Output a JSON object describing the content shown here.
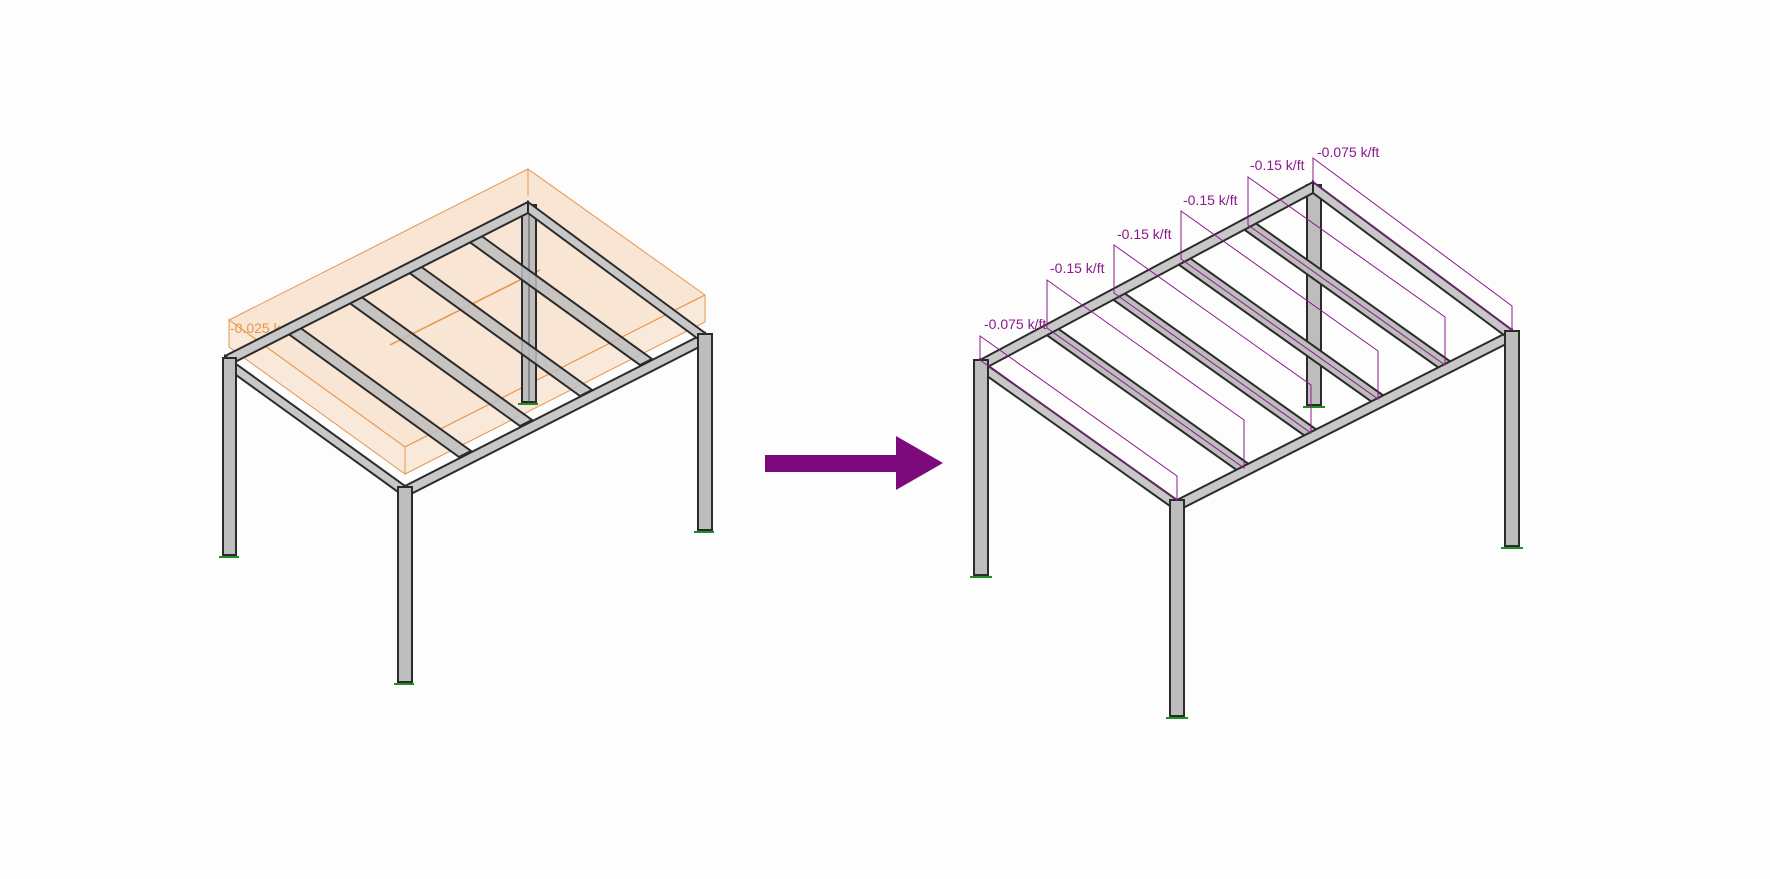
{
  "colors": {
    "background": "#fdfdfd",
    "member_fill": "#bdbdbd",
    "member_edge": "#2b2b2b",
    "area_load": "#e8954a",
    "area_fill": "#f7dcc4",
    "line_load": "#8b1a8b",
    "arrow": "#7d0a7d",
    "support": "#1f8f1f"
  },
  "left_model": {
    "area_load_label": "-0.025 k"
  },
  "right_model": {
    "line_load_labels": [
      "-0.075 k/ft",
      "-0.15 k/ft",
      "-0.15 k/ft",
      "-0.15 k/ft",
      "-0.15 k/ft",
      "-0.075 k/ft"
    ]
  },
  "arrow": {
    "icon": "right-arrow-icon"
  }
}
